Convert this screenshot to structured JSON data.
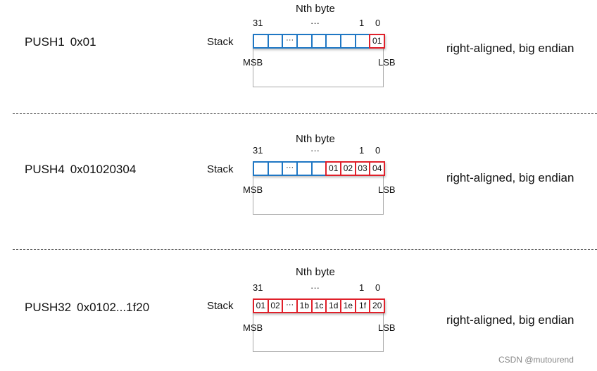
{
  "labels": {
    "stack": "Stack",
    "nth_byte": "Nth byte",
    "msb": "MSB",
    "lsb": "LSB",
    "index_high": "31",
    "index_mid": "···",
    "index_one": "1",
    "index_zero": "0"
  },
  "panels": [
    {
      "opcode": "PUSH1",
      "operand": "0x01",
      "note": "right-aligned, big endian",
      "cells": [
        {
          "text": "",
          "highlight": false
        },
        {
          "text": "",
          "highlight": false
        },
        {
          "text": "···",
          "highlight": false
        },
        {
          "text": "",
          "highlight": false
        },
        {
          "text": "",
          "highlight": false
        },
        {
          "text": "",
          "highlight": false
        },
        {
          "text": "",
          "highlight": false
        },
        {
          "text": "",
          "highlight": false
        },
        {
          "text": "01",
          "highlight": true
        }
      ]
    },
    {
      "opcode": "PUSH4",
      "operand": "0x01020304",
      "note": "right-aligned, big endian",
      "cells": [
        {
          "text": "",
          "highlight": false
        },
        {
          "text": "",
          "highlight": false
        },
        {
          "text": "···",
          "highlight": false
        },
        {
          "text": "",
          "highlight": false
        },
        {
          "text": "",
          "highlight": false
        },
        {
          "text": "01",
          "highlight": true
        },
        {
          "text": "02",
          "highlight": true
        },
        {
          "text": "03",
          "highlight": true
        },
        {
          "text": "04",
          "highlight": true
        }
      ]
    },
    {
      "opcode": "PUSH32",
      "operand": "0x0102...1f20",
      "note": "right-aligned, big endian",
      "cells": [
        {
          "text": "01",
          "highlight": true
        },
        {
          "text": "02",
          "highlight": true
        },
        {
          "text": "···",
          "highlight": true
        },
        {
          "text": "1b",
          "highlight": true
        },
        {
          "text": "1c",
          "highlight": true
        },
        {
          "text": "1d",
          "highlight": true
        },
        {
          "text": "1e",
          "highlight": true
        },
        {
          "text": "1f",
          "highlight": true
        },
        {
          "text": "20",
          "highlight": true
        }
      ]
    }
  ],
  "colors": {
    "empty_cell_border": "#1f77c4",
    "filled_cell_border": "#e0202a"
  },
  "watermark": "CSDN @mutourend"
}
